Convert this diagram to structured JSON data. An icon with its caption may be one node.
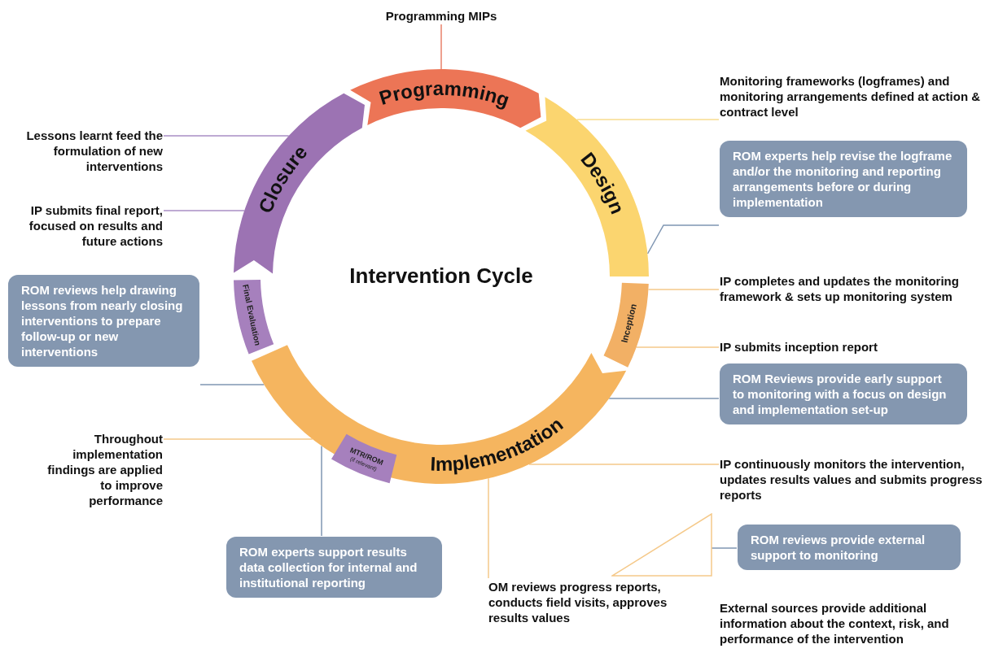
{
  "diagram": {
    "title": "Intervention Cycle",
    "nodes": [
      {
        "text": [
          "Programming MIPs"
        ]
      },
      {
        "text": [
          "Programming"
        ]
      },
      {
        "text": [
          "Monitoring frameworks (logframes) and monitoring arrangements defined at action & contract level"
        ]
      },
      {
        "text": [
          "Lessons learnt feed the formulation of new interventions"
        ]
      },
      {
        "text": [
          "Closure"
        ]
      },
      {
        "text": [
          "Design"
        ]
      },
      {
        "text": [
          "ROM experts help revise the logframe and/or the monitoring and reporting arrangements before or during implementation"
        ]
      },
      {
        "text": [
          "IP submits final report, focused on results and future actions"
        ]
      },
      {
        "text": [
          "Final Evaluation"
        ]
      },
      {
        "text": [
          "Inception"
        ]
      },
      {
        "text": [
          "IP completes and updates the monitoring framework & sets up monitoring system"
        ]
      },
      {
        "text": [
          "ROM reviews help drawing lessons from nearly closing interventions to prepare follow-up or new interventions"
        ]
      },
      {
        "text": [
          "IP submits inception report"
        ]
      },
      {
        "text": [
          "ROM Reviews provide early support to monitoring with a focus on design and implementation set-up"
        ]
      },
      {
        "text": [
          "Implementation"
        ]
      },
      {
        "text": [
          "Throughout implementation findings are applied to improve performance"
        ]
      },
      {
        "text": [
          "MTR/ROM",
          "(if relevant)"
        ],
        "in": 14
      },
      {
        "text": [
          "IP continuously monitors the intervention, updates results values and submits progress reports"
        ]
      },
      {
        "text": [],
        "shape": "triangle"
      },
      {
        "text": [
          "ROM reviews provide external support to monitoring"
        ]
      },
      {
        "text": [
          "ROM experts support results data collection for internal and institutional reporting"
        ]
      },
      {
        "text": [
          "OM reviews progress reports, conducts field visits, approves results values"
        ]
      }
    ],
    "edges": [
      {
        "from": 0,
        "to": 1,
        "arrow": "none",
        "color": "#e9826a"
      },
      {
        "from": 2,
        "to": 5,
        "arrow": "none",
        "color": "#f8dc8e"
      },
      {
        "from": 3,
        "to": 4,
        "arrow": "none",
        "color": "#a88ec4"
      },
      {
        "from": 6,
        "to": 5,
        "arrow": "none",
        "color": "#7f96b2"
      },
      {
        "from": 7,
        "to": 4,
        "arrow": "none",
        "color": "#a88ec4"
      },
      {
        "from": 10,
        "to": 9,
        "arrow": "none",
        "color": "#f5c98a"
      },
      {
        "from": 11,
        "to": 14,
        "arrow": "none",
        "color": "#7f96b2"
      },
      {
        "from": 12,
        "to": 9,
        "arrow": "none",
        "color": "#f5c98a"
      },
      {
        "from": 13,
        "to": 14,
        "arrow": "none",
        "color": "#7f96b2"
      },
      {
        "from": 15,
        "to": 14,
        "arrow": "none",
        "color": "#f5c98a"
      },
      {
        "from": 17,
        "to": 14,
        "arrow": "none",
        "color": "#f5c98a"
      },
      {
        "from": 19,
        "to": 18,
        "arrow": "none",
        "color": "#7f96b2"
      },
      {
        "from": 20,
        "to": 14,
        "arrow": "none",
        "color": "#7f96b2"
      },
      {
        "from": 21,
        "to": 14,
        "arrow": "none",
        "color": "#f5c98a"
      }
    ],
    "labels": [
      "External sources provide additional information about the context, risk, and performance of the intervention"
    ]
  }
}
